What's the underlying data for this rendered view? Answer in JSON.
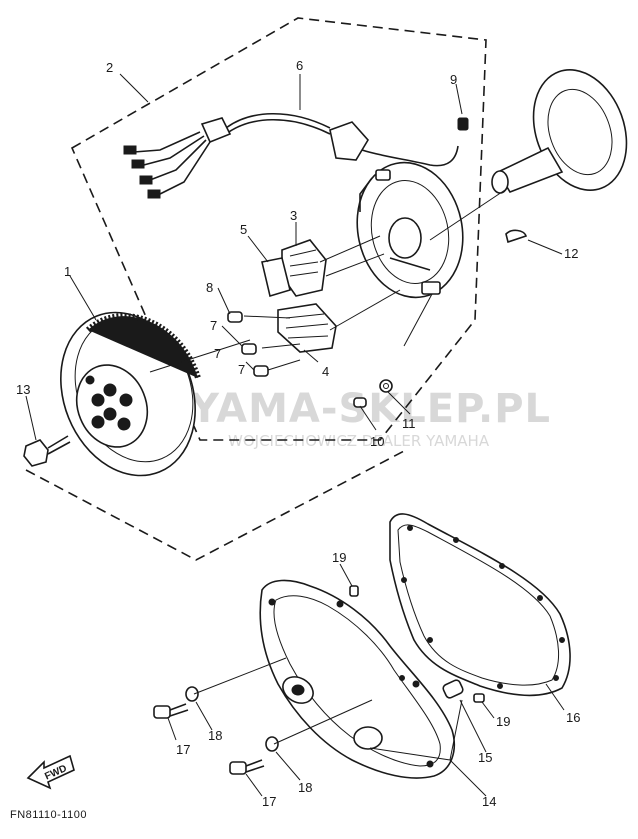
{
  "callouts": {
    "p1": "1",
    "p2": "2",
    "p3": "3",
    "p4": "4",
    "p5": "5",
    "p6": "6",
    "p7a": "7",
    "p7b": "7",
    "p7c": "7",
    "p8": "8",
    "p9": "9",
    "p10": "10",
    "p11": "11",
    "p12": "12",
    "p13": "13",
    "p14": "14",
    "p15": "15",
    "p16": "16",
    "p17a": "17",
    "p17b": "17",
    "p18a": "18",
    "p18b": "18",
    "p19a": "19",
    "p19b": "19"
  },
  "figure_code": "FN81110-1100",
  "fwd_label": "FWD",
  "watermark": {
    "title": "YAMA-SKLEP.PL",
    "subtitle": "WOJCIECHOWICZ DEALER YAMAHA"
  }
}
